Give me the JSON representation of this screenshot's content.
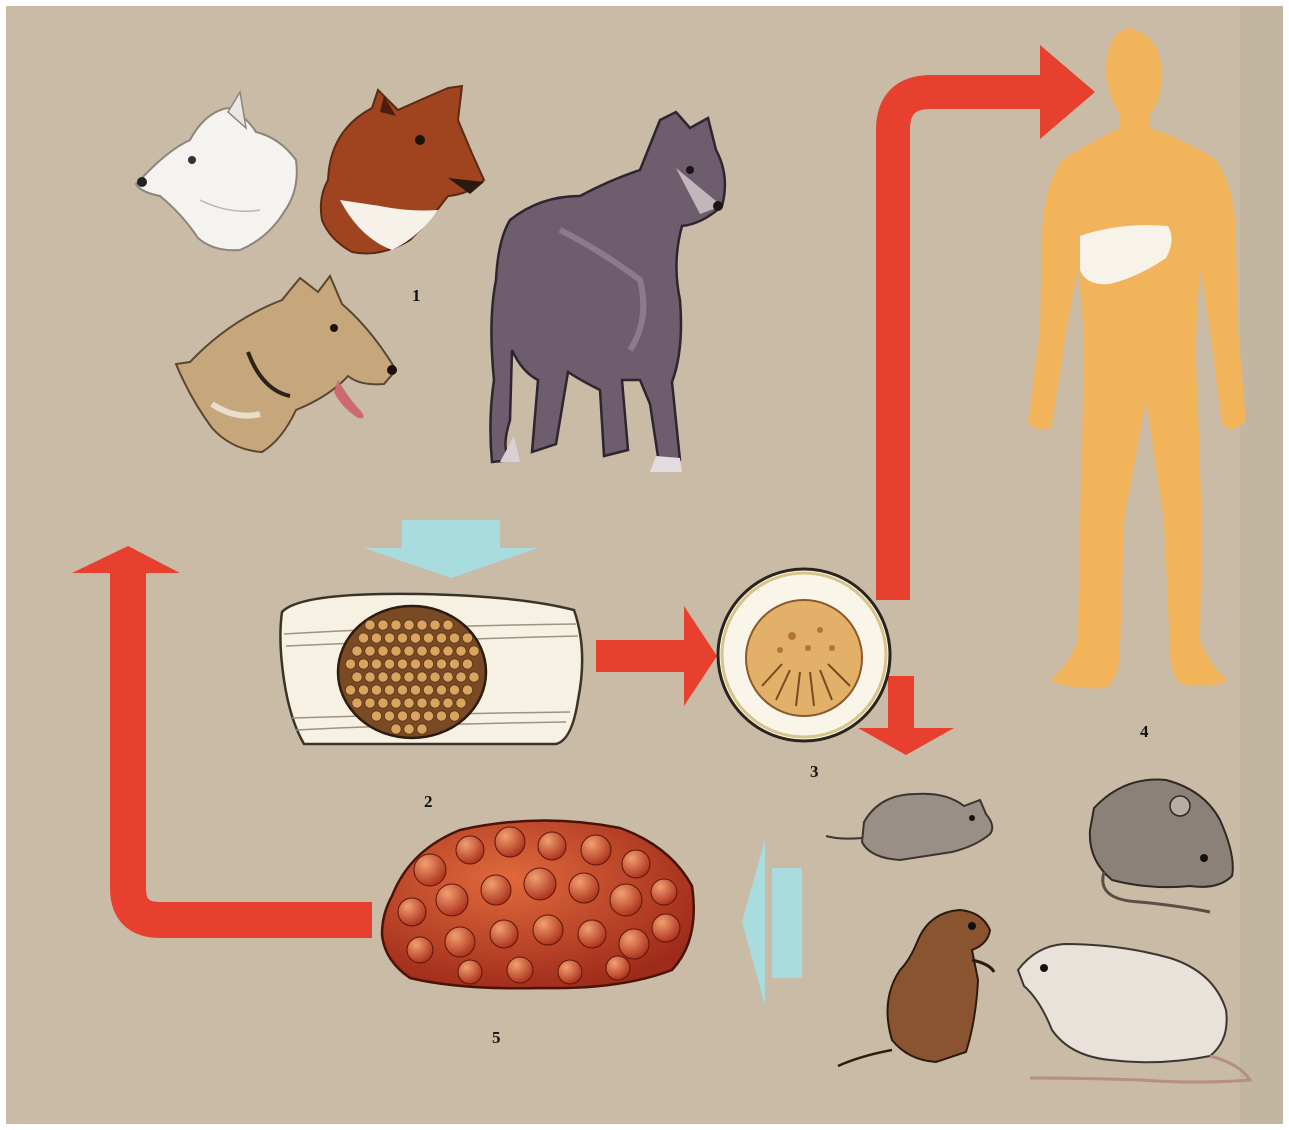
{
  "labels": {
    "stage1": "1",
    "stage2": "2",
    "stage3": "3",
    "stage4": "4",
    "stage5": "5"
  },
  "colors": {
    "background": "#c9bba6",
    "arrow_red": "#e7402f",
    "arrow_blue": "#a9dcde",
    "human_body": "#f2b45a",
    "liver": "#f8f3e8",
    "cyst": "#c8392a",
    "proglottid": "#f6f1e3",
    "egg_cluster": "#7a4a24",
    "egg": "#d9a460"
  },
  "icons": [
    "arctic-fox-head-icon",
    "red-fox-head-icon",
    "dog-head-icon",
    "wolf-icon",
    "proglottid-icon",
    "egg-icon",
    "human-body-icon",
    "liver-icon",
    "mouse-icon",
    "rat-icon",
    "gerbil-icon",
    "hydatid-cyst-icon"
  ]
}
